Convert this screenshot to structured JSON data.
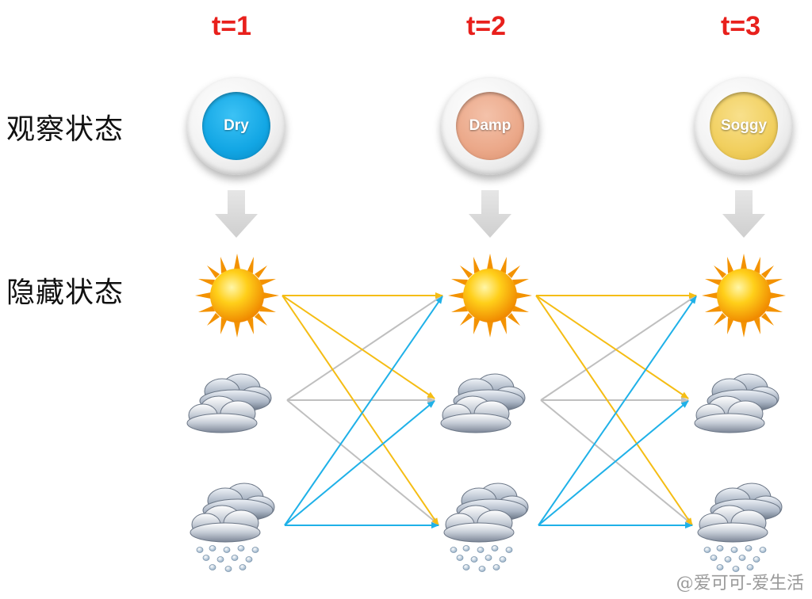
{
  "time_steps": [
    "t=1",
    "t=2",
    "t=3"
  ],
  "row_labels": {
    "observed": "观察状态",
    "hidden": "隐藏状态"
  },
  "observations": [
    {
      "label": "Dry",
      "color": "#12a6e4"
    },
    {
      "label": "Damp",
      "color": "#eba889"
    },
    {
      "label": "Soggy",
      "color": "#f1cf5e"
    }
  ],
  "hidden_states": [
    "sun-icon",
    "cloud-icon",
    "rain-icon"
  ],
  "transition_colors": {
    "from_sunny": "#f5bd14",
    "from_cloudy": "#bfbfbf",
    "from_rainy": "#1fb1e8"
  },
  "watermark": "@爱可可-爱生活"
}
